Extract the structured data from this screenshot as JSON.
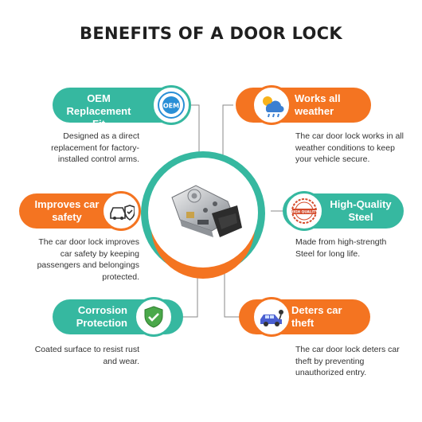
{
  "title": "BENEFITS OF A DOOR LOCK",
  "colors": {
    "teal": "#36b8a0",
    "orange": "#f47421",
    "text": "#333333",
    "title": "#1f1f1f"
  },
  "benefits": {
    "oem": {
      "title_line1": "OEM",
      "title_line2": "Replacement Fit",
      "icon": "oem-badge-icon",
      "badge_text": "OEM",
      "desc_line1": "Designed as a direct",
      "desc_line2": "replacement for factory-",
      "desc_line3": "installed control arms."
    },
    "weather": {
      "title_line1": "Works all",
      "title_line2": "weather",
      "icon": "weather-icon",
      "desc_line1": "The car door lock works in all",
      "desc_line2": "weather conditions to keep",
      "desc_line3": "your vehicle secure."
    },
    "safety": {
      "title_line1": "Improves car",
      "title_line2": "safety",
      "icon": "car-shield-icon",
      "desc_line1": "The car door lock improves",
      "desc_line2": "car safety by keeping",
      "desc_line3": "passengers and belongings",
      "desc_line4": "protected."
    },
    "quality": {
      "title_line1": "High-Quality",
      "title_line2": "Steel",
      "icon": "quality-stamp-icon",
      "stamp_text": "HIGH QUALITY",
      "desc_line1": "Made from high-strength",
      "desc_line2": "Steel for long life."
    },
    "corrosion": {
      "title_line1": "Corrosion",
      "title_line2": "Protection",
      "icon": "shield-check-icon",
      "desc_line1": "Coated surface to resist rust",
      "desc_line2": "and wear."
    },
    "theft": {
      "title_line1": "Deters car",
      "title_line2": "theft",
      "icon": "car-theft-icon",
      "desc_line1": "The car door lock deters car",
      "desc_line2": "theft by preventing",
      "desc_line3": "unauthorized entry."
    }
  },
  "center_image": "door-lock-actuator-image"
}
